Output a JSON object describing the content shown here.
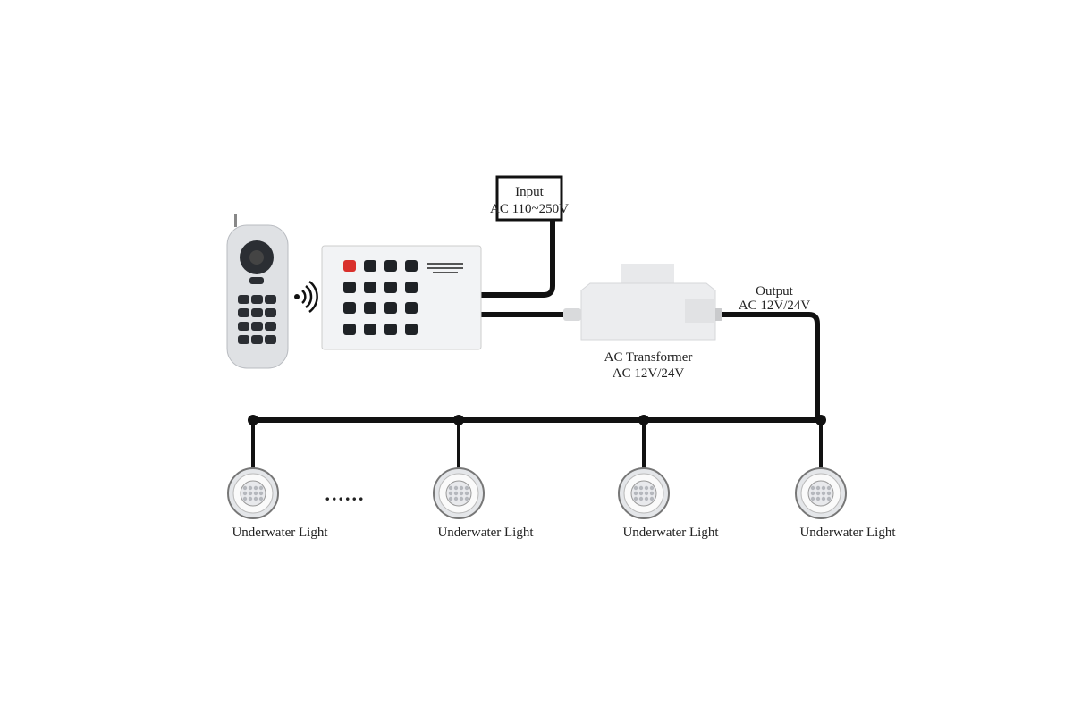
{
  "input_box": {
    "title": "Input",
    "voltage": "AC 110~250V"
  },
  "transformer": {
    "title": "AC Transformer",
    "voltage": "AC 12V/24V"
  },
  "output": {
    "title": "Output",
    "voltage": "AC 12V/24V"
  },
  "lights": [
    {
      "label": "Underwater Light"
    },
    {
      "label": "Underwater Light"
    },
    {
      "label": "Underwater Light"
    },
    {
      "label": "Underwater Light"
    }
  ],
  "ellipsis": "......",
  "colors": {
    "wire": "#111111",
    "power_button": "#d9302c",
    "device_body": "#f2f3f5"
  }
}
